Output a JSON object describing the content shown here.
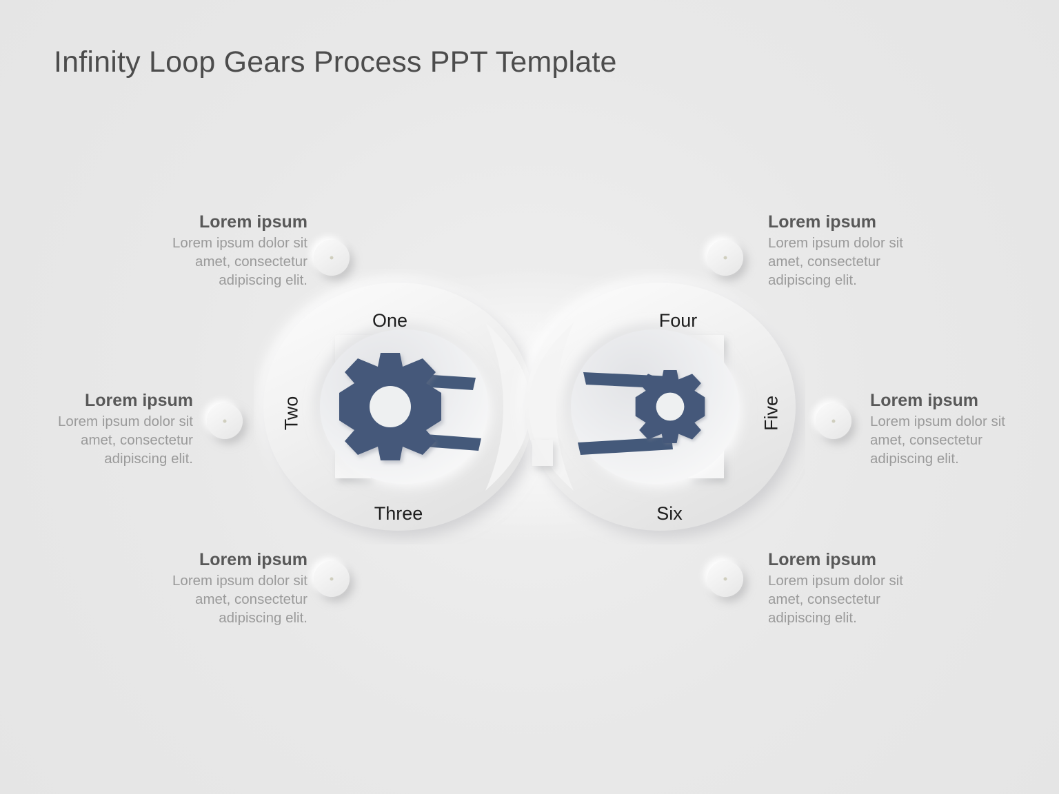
{
  "slide": {
    "title": "Infinity Loop Gears Process PPT Template",
    "background_color": "#e8e8e8",
    "accent_color": "#44597a",
    "heading_color": "#585858",
    "body_color": "#9a9a9a",
    "title_color": "#4c4c4c"
  },
  "text_blocks": [
    {
      "id": "block-top-left",
      "heading": "Lorem ipsum",
      "body": "Lorem ipsum dolor sit amet, consectetur adipiscing elit.",
      "align": "right"
    },
    {
      "id": "block-middle-left",
      "heading": "Lorem ipsum",
      "body": "Lorem ipsum dolor sit amet, consectetur adipiscing elit.",
      "align": "right"
    },
    {
      "id": "block-bottom-left",
      "heading": "Lorem ipsum",
      "body": "Lorem ipsum dolor sit amet, consectetur adipiscing elit.",
      "align": "right"
    },
    {
      "id": "block-top-right",
      "heading": "Lorem ipsum",
      "body": "Lorem ipsum dolor sit amet, consectetur adipiscing elit.",
      "align": "left"
    },
    {
      "id": "block-middle-right",
      "heading": "Lorem ipsum",
      "body": "Lorem ipsum dolor sit amet, consectetur adipiscing elit.",
      "align": "left"
    },
    {
      "id": "block-bottom-right",
      "heading": "Lorem ipsum",
      "body": "Lorem ipsum dolor sit amet, consectetur adipiscing elit.",
      "align": "left"
    }
  ],
  "stage_labels": {
    "one": "One",
    "two": "Two",
    "three": "Three",
    "four": "Four",
    "five": "Five",
    "six": "Six"
  },
  "diagram": {
    "shape": "infinity-loop",
    "loops": 2,
    "gears": 2,
    "gear_teeth": 8,
    "belt_connectors": 2,
    "connector_dots": 6
  }
}
